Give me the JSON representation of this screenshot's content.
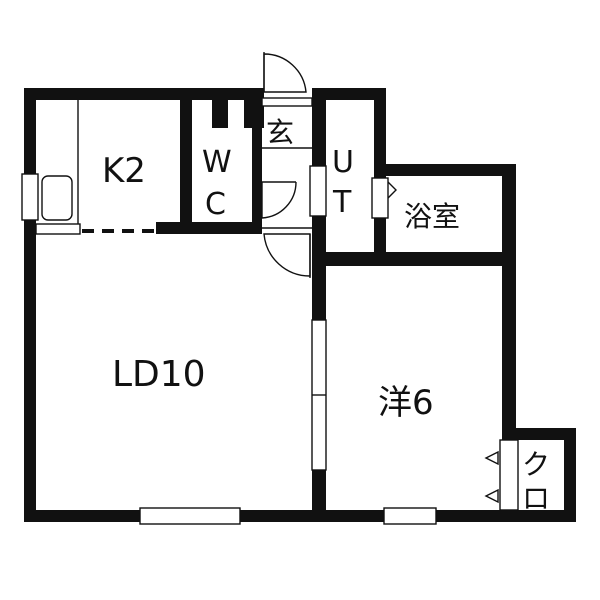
{
  "floorplan": {
    "rooms": {
      "kitchen": "K2",
      "wc_top": "W",
      "wc_bottom": "C",
      "entrance": "玄",
      "utility_top": "U",
      "utility_bottom": "T",
      "bath": "浴室",
      "living": "LD10",
      "western": "洋6",
      "closet_top": "ク",
      "closet_bottom": "ロ"
    },
    "colors": {
      "wall": "#111111",
      "background": "#ffffff"
    }
  }
}
